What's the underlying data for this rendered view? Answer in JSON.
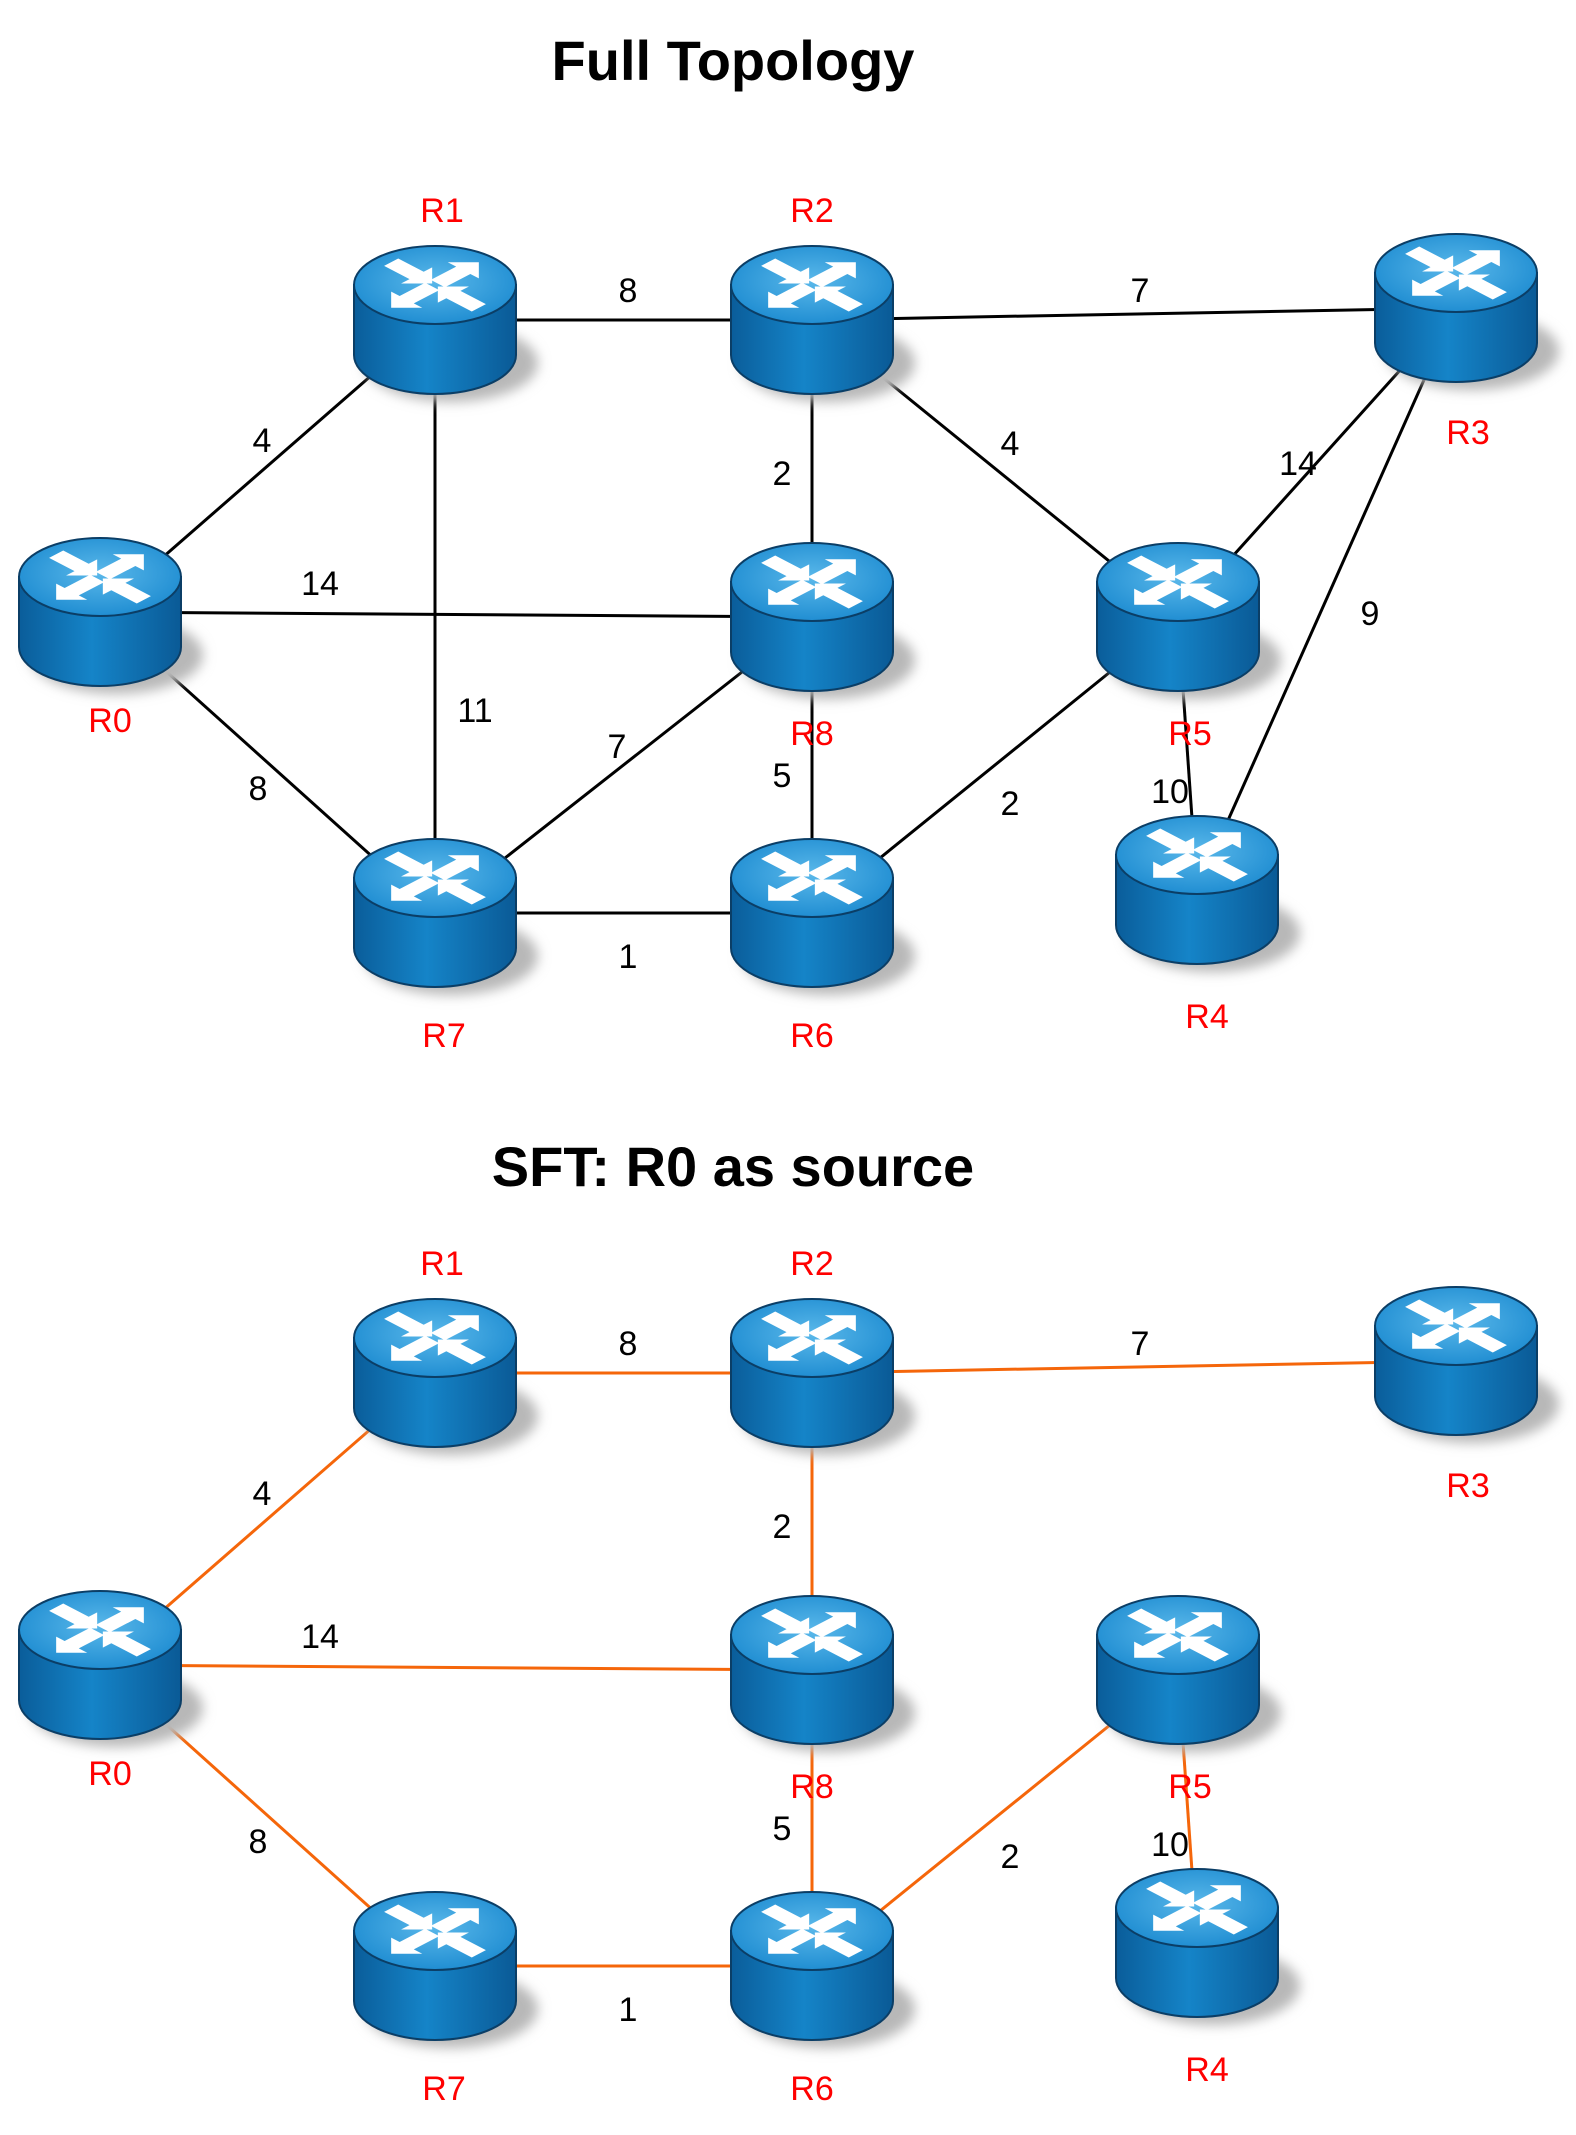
{
  "colors": {
    "router_body": "#0a71b8",
    "router_top": "#2ea0dd",
    "node_label": "#ff0000",
    "topology_edge": "#000000",
    "sft_edge": "#f5660a"
  },
  "icons": {
    "router": "router-icon"
  },
  "diagrams": [
    {
      "title": "Full Topology",
      "edges": [
        {
          "from": "R0",
          "to": "R1",
          "weight": "4"
        },
        {
          "from": "R0",
          "to": "R8",
          "weight": "14"
        },
        {
          "from": "R0",
          "to": "R7",
          "weight": "8"
        },
        {
          "from": "R1",
          "to": "R2",
          "weight": "8"
        },
        {
          "from": "R1",
          "to": "R7",
          "weight": "11"
        },
        {
          "from": "R2",
          "to": "R3",
          "weight": "7"
        },
        {
          "from": "R2",
          "to": "R8",
          "weight": "2"
        },
        {
          "from": "R2",
          "to": "R5",
          "weight": "4"
        },
        {
          "from": "R3",
          "to": "R5",
          "weight": "14"
        },
        {
          "from": "R3",
          "to": "R4",
          "weight": "9"
        },
        {
          "from": "R8",
          "to": "R7",
          "weight": "7"
        },
        {
          "from": "R8",
          "to": "R6",
          "weight": "5"
        },
        {
          "from": "R7",
          "to": "R6",
          "weight": "1"
        },
        {
          "from": "R6",
          "to": "R5",
          "weight": "2"
        },
        {
          "from": "R5",
          "to": "R4",
          "weight": "10"
        }
      ]
    },
    {
      "title": "SFT: R0 as source",
      "edges": [
        {
          "from": "R0",
          "to": "R1",
          "weight": "4"
        },
        {
          "from": "R0",
          "to": "R8",
          "weight": "14"
        },
        {
          "from": "R0",
          "to": "R7",
          "weight": "8"
        },
        {
          "from": "R1",
          "to": "R2",
          "weight": "8"
        },
        {
          "from": "R2",
          "to": "R3",
          "weight": "7"
        },
        {
          "from": "R2",
          "to": "R8",
          "weight": "2"
        },
        {
          "from": "R8",
          "to": "R6",
          "weight": "5"
        },
        {
          "from": "R7",
          "to": "R6",
          "weight": "1"
        },
        {
          "from": "R6",
          "to": "R5",
          "weight": "2"
        },
        {
          "from": "R5",
          "to": "R4",
          "weight": "10"
        }
      ]
    }
  ],
  "nodes": [
    "R0",
    "R1",
    "R2",
    "R3",
    "R4",
    "R5",
    "R6",
    "R7",
    "R8"
  ]
}
